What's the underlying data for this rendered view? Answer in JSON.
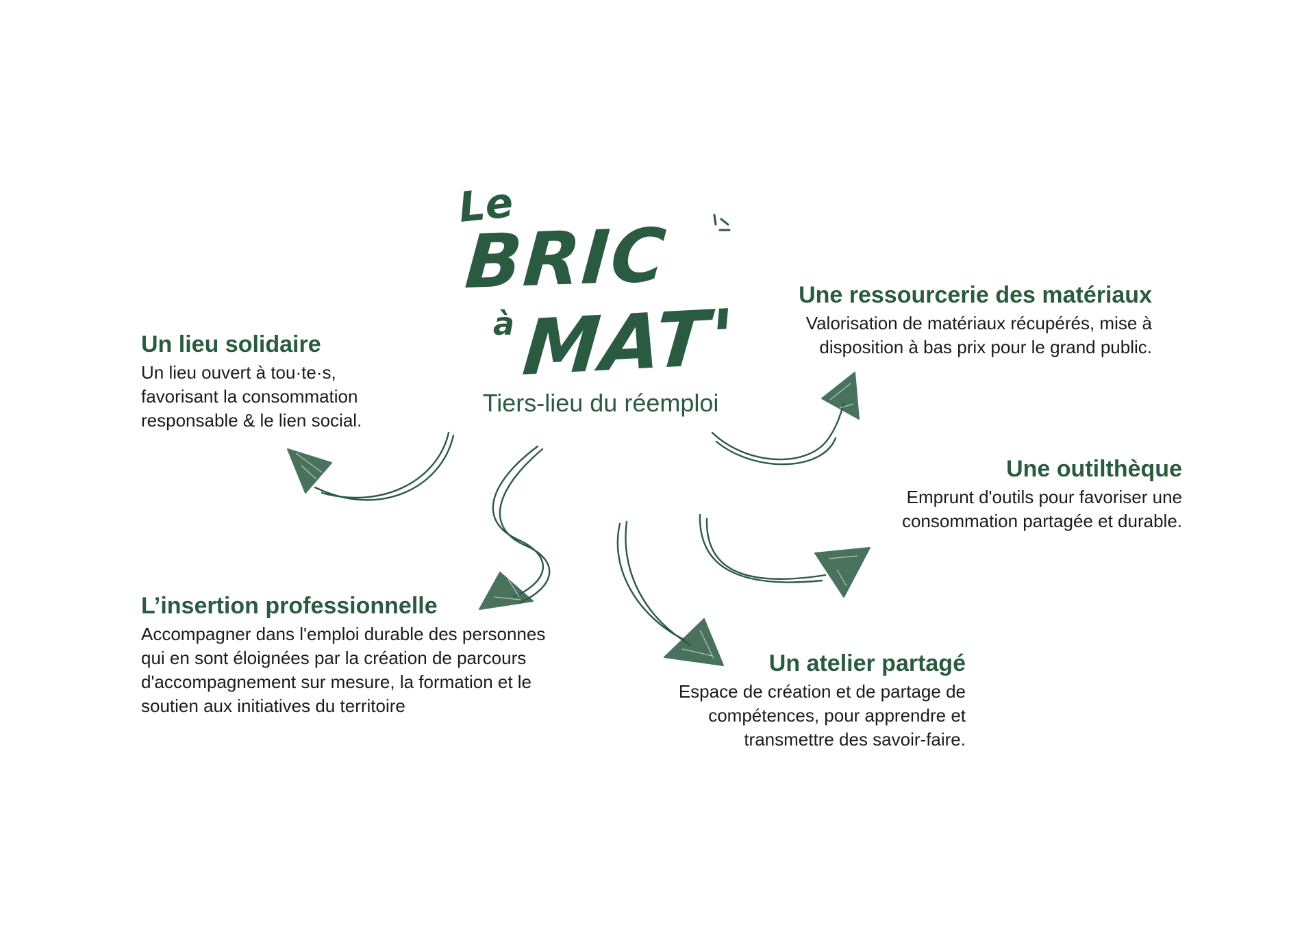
{
  "logo": {
    "le": "Le",
    "bric": "BRIC",
    "a": "à",
    "mat": "MAT'",
    "subtitle": "Tiers-lieu du réemploi"
  },
  "colors": {
    "brand_green": "#2a5a40",
    "text_dark": "#1b1b1b",
    "background": "#ffffff"
  },
  "blocks": [
    {
      "id": "solidaire",
      "title": "Un lieu solidaire",
      "lines": [
        "Un lieu ouvert à tou·te·s,",
        "favorisant la consommation",
        "responsable & le lien social."
      ]
    },
    {
      "id": "insertion",
      "title": "L’insertion professionnelle",
      "lines": [
        "Accompagner dans l'emploi durable des personnes",
        "qui en sont éloignées par la création de parcours",
        "d'accompagnement sur mesure, la formation et le",
        "soutien aux initiatives du territoire"
      ]
    },
    {
      "id": "ressource",
      "title": "Une ressourcerie des matériaux",
      "lines": [
        "Valorisation de matériaux récupérés, mise à",
        "disposition à bas prix pour le grand public."
      ]
    },
    {
      "id": "outil",
      "title": "Une outilthèque",
      "lines": [
        "Emprunt d'outils pour favoriser une",
        "consommation partagée et durable."
      ]
    },
    {
      "id": "atelier",
      "title": "Un atelier partagé",
      "lines": [
        "Espace de création et de partage de",
        "compétences, pour apprendre et",
        "transmettre des savoir-faire."
      ]
    }
  ]
}
